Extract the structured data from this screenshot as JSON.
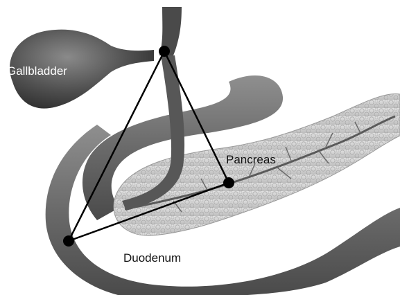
{
  "labels": {
    "gallbladder": "Gallbladder",
    "pancreas": "Pancreas",
    "duodenum": "Duodenum"
  },
  "colors": {
    "organ_dark": "#4d4d4d",
    "organ_mid": "#6e6e6e",
    "organ_light": "#9c9c9c",
    "pancreas_fill": "#cfcfcf",
    "line": "#000000"
  }
}
